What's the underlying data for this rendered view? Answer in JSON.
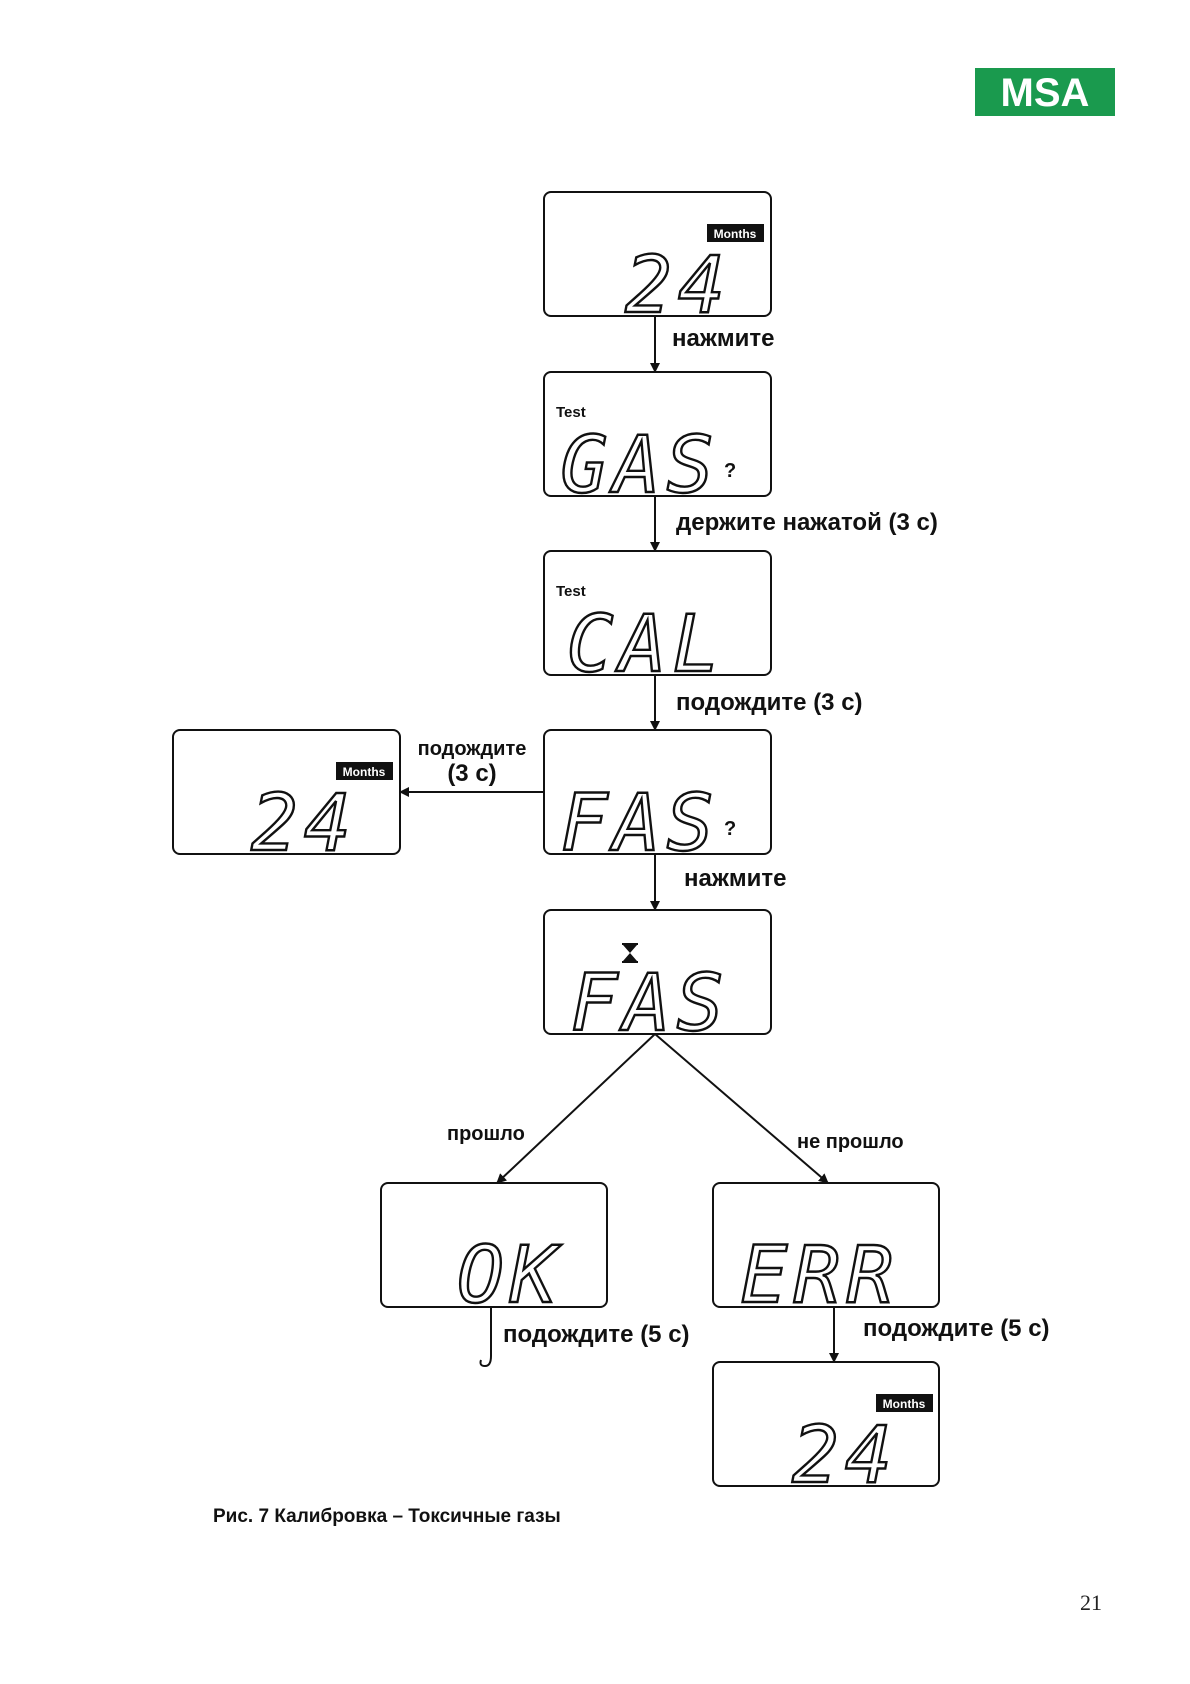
{
  "logo": {
    "text": "MSA",
    "color": "#1a9a4e"
  },
  "caption": "Рис. 7 Калибровка – Токсичные газы",
  "page_number": "21",
  "displays": {
    "d1": {
      "badge": "Months",
      "value": "24"
    },
    "d2": {
      "badge": "Test",
      "value": "GAS",
      "suffix": "?"
    },
    "d3": {
      "badge": "Test",
      "value": "CAL"
    },
    "d4": {
      "value": "FAS",
      "suffix": "?"
    },
    "d_side": {
      "badge": "Months",
      "value": "24"
    },
    "d5": {
      "icon": "hourglass-icon",
      "value": "FAS"
    },
    "d_ok": {
      "value": "OK"
    },
    "d_err": {
      "value": "ERR"
    },
    "d_end": {
      "badge": "Months",
      "value": "24"
    }
  },
  "labels": {
    "press1": "нажмите",
    "hold": "держите нажатой (3 с)",
    "wait1": "подождите (3 с)",
    "side_wait_line1": "подождите",
    "side_wait_line2": "(3 с)",
    "press2": "нажмите",
    "pass": "прошло",
    "fail": "не прошло",
    "wait_ok": "подождите (5 с)",
    "wait_err": "подождите (5 с)"
  }
}
